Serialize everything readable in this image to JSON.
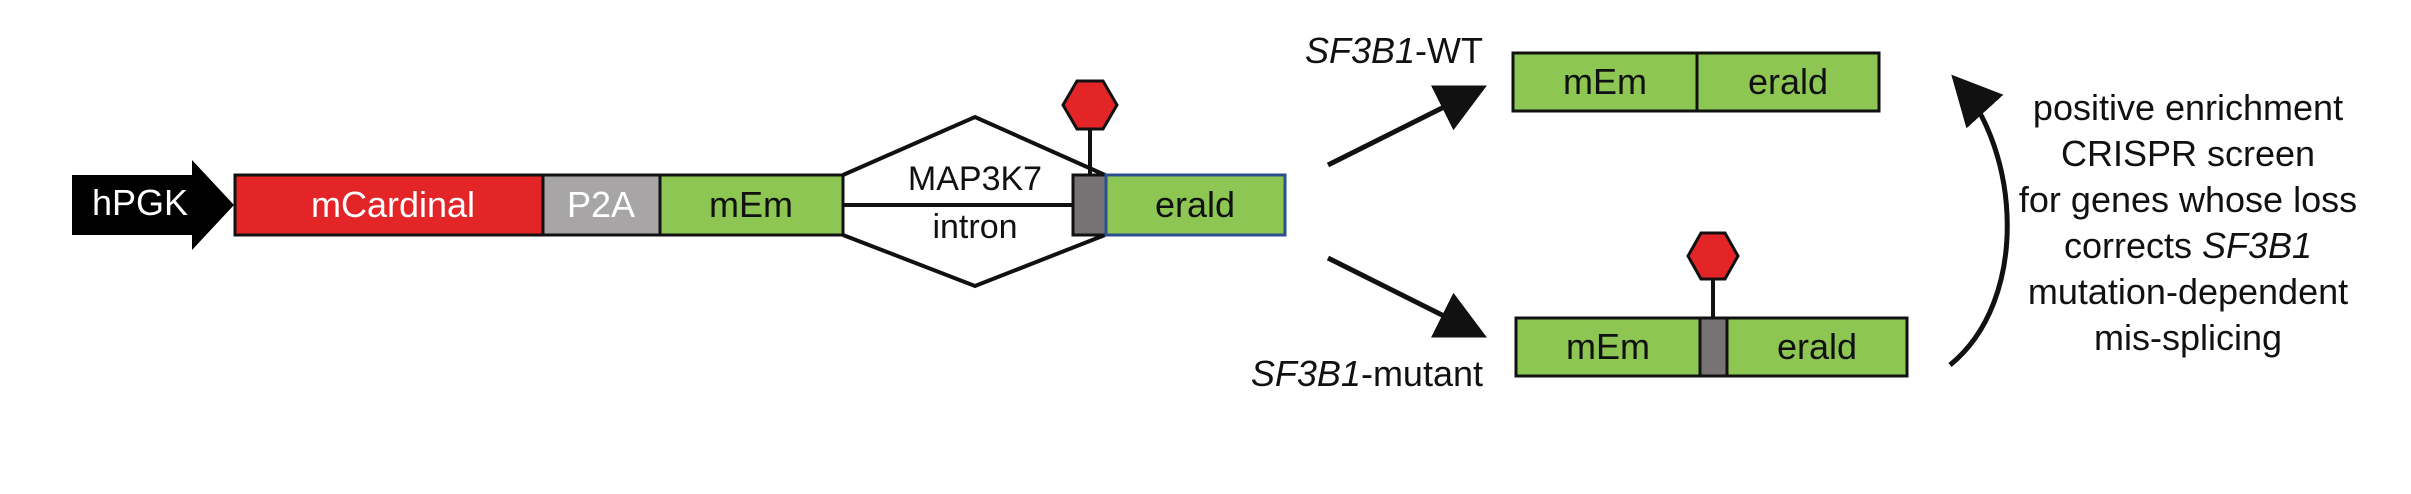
{
  "colors": {
    "promoter": "#000000",
    "mcardinal": "#e42528",
    "p2a": "#a7a5a6",
    "green": "#8dc653",
    "exon_grey": "#777374",
    "stop_red": "#e42528",
    "erald_outline": "#2b4f90",
    "line": "#111111"
  },
  "construct": {
    "promoter_label": "hPGK",
    "mcardinal_label": "mCardinal",
    "p2a_label": "P2A",
    "mem_label": "mEm",
    "intron_label_line1": "MAP3K7",
    "intron_label_line2": "intron",
    "erald_label": "erald",
    "stop_icon": "stop-hexagon-icon"
  },
  "wt_product": {
    "genotype_gene": "SF3B1",
    "genotype_suffix": "-WT",
    "left_label": "mEm",
    "right_label": "erald"
  },
  "mutant_product": {
    "genotype_gene": "SF3B1",
    "genotype_suffix": "-mutant",
    "left_label": "mEm",
    "right_label": "erald",
    "stop_icon": "stop-hexagon-icon"
  },
  "screen_text": {
    "line1": "positive enrichment",
    "line2": "CRISPR screen",
    "line3": "for genes whose loss",
    "line4_prefix": "corrects ",
    "line4_gene": "SF3B1",
    "line5": "mutation-dependent",
    "line6": "mis-splicing"
  }
}
